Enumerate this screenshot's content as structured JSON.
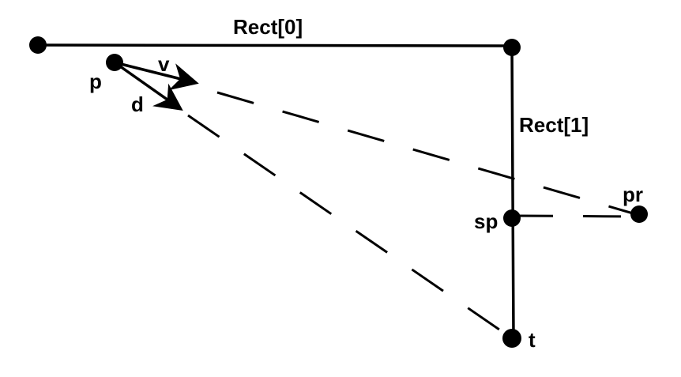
{
  "labels": {
    "rect0": "Rect[0]",
    "rect1": "Rect[1]",
    "p": "p",
    "v": "v",
    "d": "d",
    "sp": "sp",
    "pr": "pr",
    "t": "t"
  },
  "colors": {
    "stroke": "#000000",
    "background": "#ffffff"
  }
}
